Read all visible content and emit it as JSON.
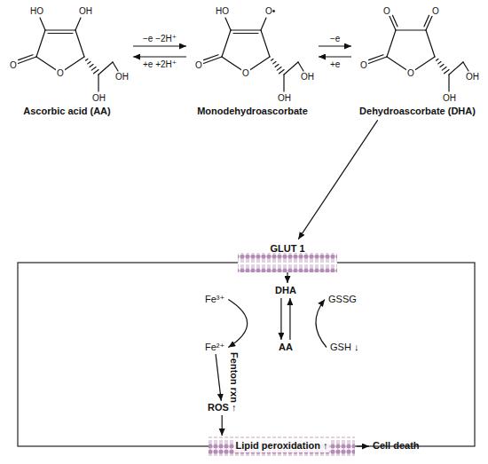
{
  "diagram": {
    "nodes": [
      {
        "text": [
          "Ascorbic acid (AA)"
        ]
      },
      {
        "text": [
          "Monodehydroascorbate"
        ]
      },
      {
        "text": [
          "Dehydroascorbate (DHA)"
        ]
      },
      {
        "text": [
          "GLUT 1"
        ]
      },
      {
        "text": [
          "DHA"
        ]
      },
      {
        "text": [
          "Fe³⁺"
        ]
      },
      {
        "text": [
          "GSSG"
        ]
      },
      {
        "text": [
          "Fe²⁺"
        ]
      },
      {
        "text": [
          "AA"
        ]
      },
      {
        "text": [
          "GSH ↓"
        ]
      },
      {
        "text": [
          "ROS ↑"
        ]
      },
      {
        "text": [
          "Lipid peroxidation ↑"
        ]
      },
      {
        "text": [
          "Cell death"
        ]
      }
    ],
    "edges": [
      {
        "from": 0,
        "to": 1,
        "arrow": "to",
        "label": "−e −2H⁺"
      },
      {
        "from": 1,
        "to": 0,
        "arrow": "to",
        "label": "+e +2H⁺"
      },
      {
        "from": 1,
        "to": 2,
        "arrow": "to",
        "label": "−e"
      },
      {
        "from": 2,
        "to": 1,
        "arrow": "to",
        "label": "+e"
      },
      {
        "from": 2,
        "to": 3,
        "arrow": "to"
      },
      {
        "from": 3,
        "to": 4,
        "arrow": "to"
      },
      {
        "from": 4,
        "to": 8,
        "arrow": "to"
      },
      {
        "from": 8,
        "to": 4,
        "arrow": "to"
      },
      {
        "from": 5,
        "to": 7,
        "arrow": "to"
      },
      {
        "from": 9,
        "to": 6,
        "arrow": "to"
      },
      {
        "from": 7,
        "to": 10,
        "arrow": "to"
      },
      {
        "from": 10,
        "to": 11,
        "arrow": "to"
      },
      {
        "from": 11,
        "to": 12,
        "arrow": "to"
      }
    ],
    "labels": [
      "Fenton rxn",
      "HO",
      "OH",
      "O",
      "O",
      "OH",
      "OH",
      "HO",
      "O•",
      "O",
      "O",
      "OH",
      "OH",
      "O",
      "O",
      "O",
      "O",
      "OH",
      "OH"
    ]
  }
}
